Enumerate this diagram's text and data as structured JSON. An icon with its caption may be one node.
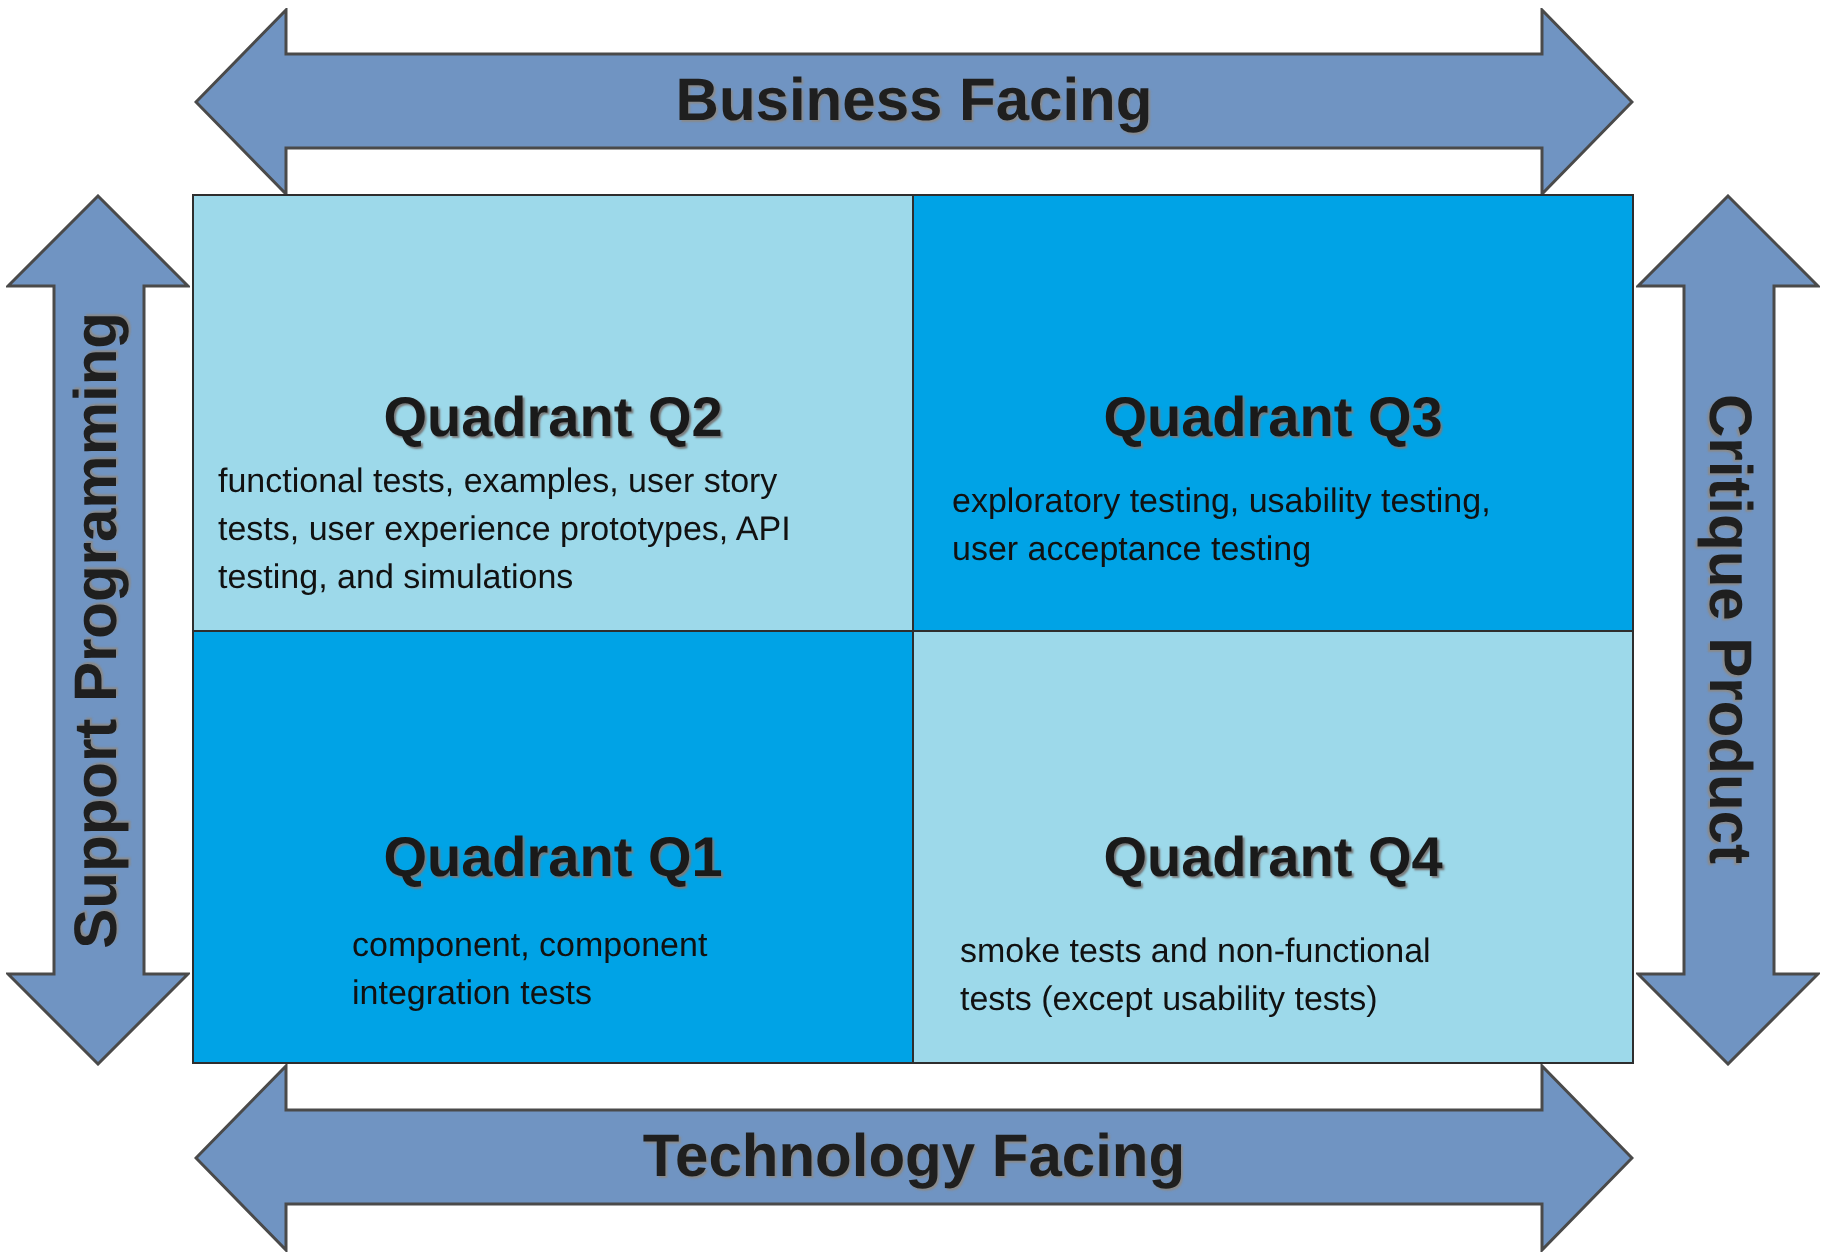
{
  "diagram": {
    "nodes": [
      {
        "text": [
          "Business Facing"
        ]
      },
      {
        "text": [
          "Support Programming"
        ]
      },
      {
        "text": [
          "Critique Product"
        ]
      },
      {
        "text": [
          "Quadrant Q2",
          "functional tests, examples, user story tests, user experience prototypes, API testing, and simulations"
        ]
      },
      {
        "text": [
          "Quadrant Q3",
          "exploratory testing, usability testing, user acceptance testing"
        ]
      },
      {
        "text": [
          "Quadrant Q1",
          "component, component integration tests"
        ]
      },
      {
        "text": [
          "Quadrant Q4",
          "smoke tests and non-functional tests (except usability tests)"
        ]
      },
      {
        "text": [
          "Technology Facing"
        ]
      }
    ]
  }
}
